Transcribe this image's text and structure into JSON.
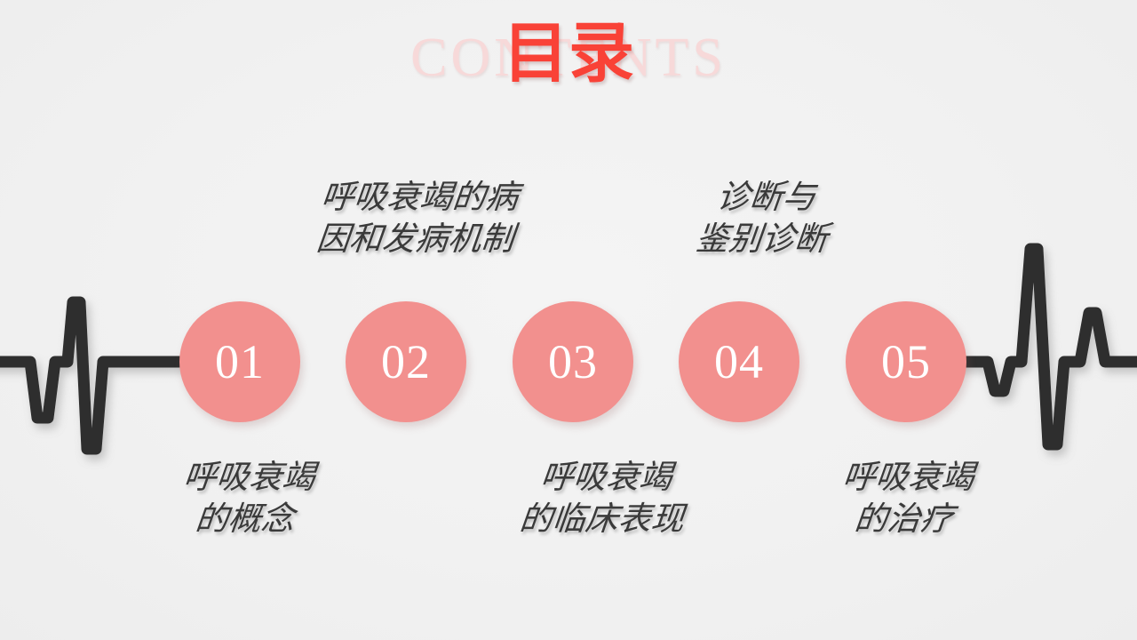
{
  "slide": {
    "background_color": "#f1f1f1",
    "title": {
      "cn": "目录",
      "en": "CONTENTS",
      "cn_color": "#f94237",
      "en_color": "#f7d9d9"
    },
    "theme": {
      "accent_color": "#f2908e",
      "line_color": "#2d2d2d",
      "text_color": "#3a3a3a",
      "number_color": "#ffffff"
    }
  },
  "timeline": {
    "nodes": [
      {
        "number": "01",
        "label": "呼吸衰竭\n的概念",
        "position": "bottom"
      },
      {
        "number": "02",
        "label": "呼吸衰竭的病\n因和发病机制",
        "position": "top"
      },
      {
        "number": "03",
        "label": "呼吸衰竭\n的临床表现",
        "position": "bottom"
      },
      {
        "number": "04",
        "label": "诊断与\n鉴别诊断",
        "position": "top"
      },
      {
        "number": "05",
        "label": "呼吸衰竭\n的治疗",
        "position": "bottom"
      }
    ]
  },
  "decorations": {
    "left_ecg": "heartbeat-waveform-left",
    "right_ecg": "heartbeat-waveform-right"
  }
}
